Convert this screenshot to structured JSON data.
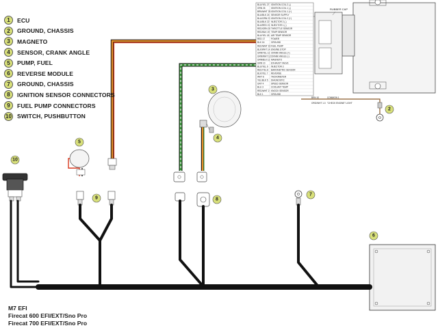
{
  "legend": [
    {
      "num": "1",
      "label": "ECU"
    },
    {
      "num": "2",
      "label": "GROUND, CHASSIS"
    },
    {
      "num": "3",
      "label": "MAGNETO"
    },
    {
      "num": "4",
      "label": "SENSOR, CRANK ANGLE"
    },
    {
      "num": "5",
      "label": "PUMP, FUEL"
    },
    {
      "num": "6",
      "label": "REVERSE MODULE"
    },
    {
      "num": "7",
      "label": "GROUND, CHASSIS"
    },
    {
      "num": "8",
      "label": "IGNITION SENSOR CONNECTORS"
    },
    {
      "num": "9",
      "label": "FUEL PUMP CONNECTORS"
    },
    {
      "num": "10",
      "label": "SWITCH, PUSHBUTTON"
    }
  ],
  "caption": {
    "line1": "M7 EFI",
    "line2": "Firecat 600 EFI/EXT/Sno Pro",
    "line3": "Firecat 700 EFI/EXT/Sno Pro"
  },
  "callouts": {
    "c2": "2",
    "c3": "3",
    "c4": "4",
    "c5": "5",
    "c6": "6",
    "c7": "7",
    "c8": "8",
    "c9": "9",
    "c10": "10"
  },
  "ecu": {
    "rubber_cap": "RUBBER CAP",
    "pin_table": [
      {
        "code": "BLU/YEL 27",
        "desc": "IGNITION COIL 2 (-)"
      },
      {
        "code": "GRN 26",
        "desc": "IGNITION COIL 1 (-)"
      },
      {
        "code": "BRN/WHT 25",
        "desc": "IGNITION COIL 1 (+)"
      },
      {
        "code": "BLU/BLK 24",
        "desc": "SENSOR SUPPLY"
      },
      {
        "code": "BLU/GRN 23",
        "desc": "IGNITION COIL 2 (+)"
      },
      {
        "code": "BLU/BLK 22",
        "desc": "INJECTOR 2 (-)"
      },
      {
        "code": "BLU/RED 21",
        "desc": "INJECTOR 1 (-)"
      },
      {
        "code": "RED/GRN 20",
        "desc": "THROTTLE SENSOR"
      },
      {
        "code": "RED/BLK 19",
        "desc": "TEMP SENSOR"
      },
      {
        "code": "BLU/YEL 18",
        "desc": "AIR TEMP SENSOR"
      },
      {
        "code": "RED 17",
        "desc": "POWER"
      },
      {
        "code": "BLK 16",
        "desc": "GROUND"
      },
      {
        "code": "RED/WHT 15",
        "desc": "FUEL PUMP"
      },
      {
        "code": "BLK/WHT 14",
        "desc": "ENGINE STOP"
      },
      {
        "code": "GRN/YEL 13",
        "desc": "CRANK ANGLE (+)"
      },
      {
        "code": "GRN/WHT 12",
        "desc": "CRANK ANGLE (-)"
      },
      {
        "code": "GRN/BLK 11",
        "desc": "MAGNETO"
      },
      {
        "code": "GRN 10",
        "desc": "EXHAUST VALVE"
      },
      {
        "code": "BLU/YEL 9",
        "desc": "INJECTOR 3"
      },
      {
        "code": "RED/YEL 8",
        "desc": "BAROMETRIC SENSOR"
      },
      {
        "code": "BLK/YEL 7",
        "desc": "REVERSE"
      },
      {
        "code": "WHT 6",
        "desc": "TACHOMETER"
      },
      {
        "code": "YEL/BLK 5",
        "desc": "DIAGNOSTIC"
      },
      {
        "code": "GRY 4",
        "desc": "SPEED SENSOR"
      },
      {
        "code": "BLU 3",
        "desc": "COOLANT TEMP"
      },
      {
        "code": "RED/WHT 2",
        "desc": "KNOCK SENSOR"
      },
      {
        "code": "BLK 1",
        "desc": "GROUND"
      }
    ],
    "side_notes": [
      {
        "code": "BRN 10",
        "desc": "COMMON 1"
      },
      {
        "code": "ORG/WHT 1.0",
        "desc": "\"CHECK ENGINE\" LIGHT"
      }
    ]
  },
  "colors": {
    "badge": "#d8e07a",
    "harness": "#111111",
    "wire_red": "#d8391f",
    "wire_orange": "#e8902a",
    "wire_green": "#3a9a3a",
    "wire_white": "#f5f5f5"
  }
}
